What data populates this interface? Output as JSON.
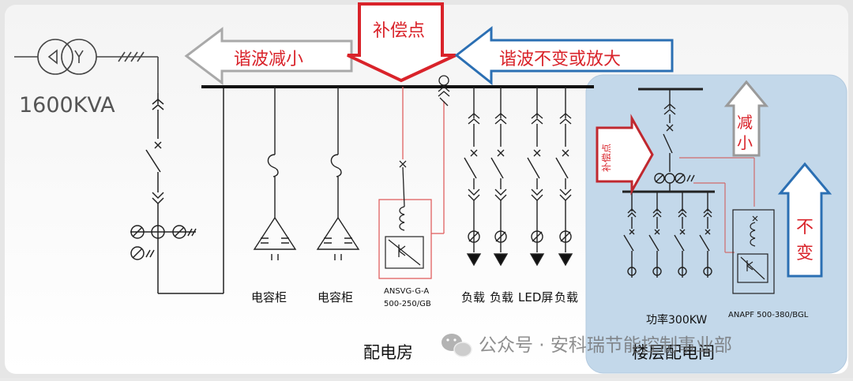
{
  "transformer": {
    "rating": "1600KVA"
  },
  "arrows": {
    "harmonic_reduce": "谐波减小",
    "compensation_point": "补偿点",
    "harmonic_unchanged_or_amplified": "谐波不变或放大",
    "floor_compensation_point": "补偿点",
    "reduce_vertical": "减小",
    "unchanged_vertical": "不变"
  },
  "labels": {
    "capacitor_cabinet_1": "电容柜",
    "capacitor_cabinet_2": "电容柜",
    "ansvg_model_line1": "ANSVG-G-A",
    "ansvg_model_line2": "500-250/GB",
    "load_1": "负载",
    "load_2": "负载",
    "led_screen": "LED屏",
    "load_3": "负载",
    "floor_power": "功率300KW",
    "anapf_model": "ANAPF 500-380/BGL",
    "distribution_room": "配电房",
    "floor_distribution_room": "楼层配电间"
  },
  "watermark": {
    "text": "公众号 · 安科瑞节能控制事业部"
  },
  "colors": {
    "red": "#d9232a",
    "blue": "#2b6fb3",
    "grey_arrow": "#a9a9a9",
    "panel": "#c3d8ea",
    "line": "#111111",
    "feeder_red": "#e06060"
  }
}
